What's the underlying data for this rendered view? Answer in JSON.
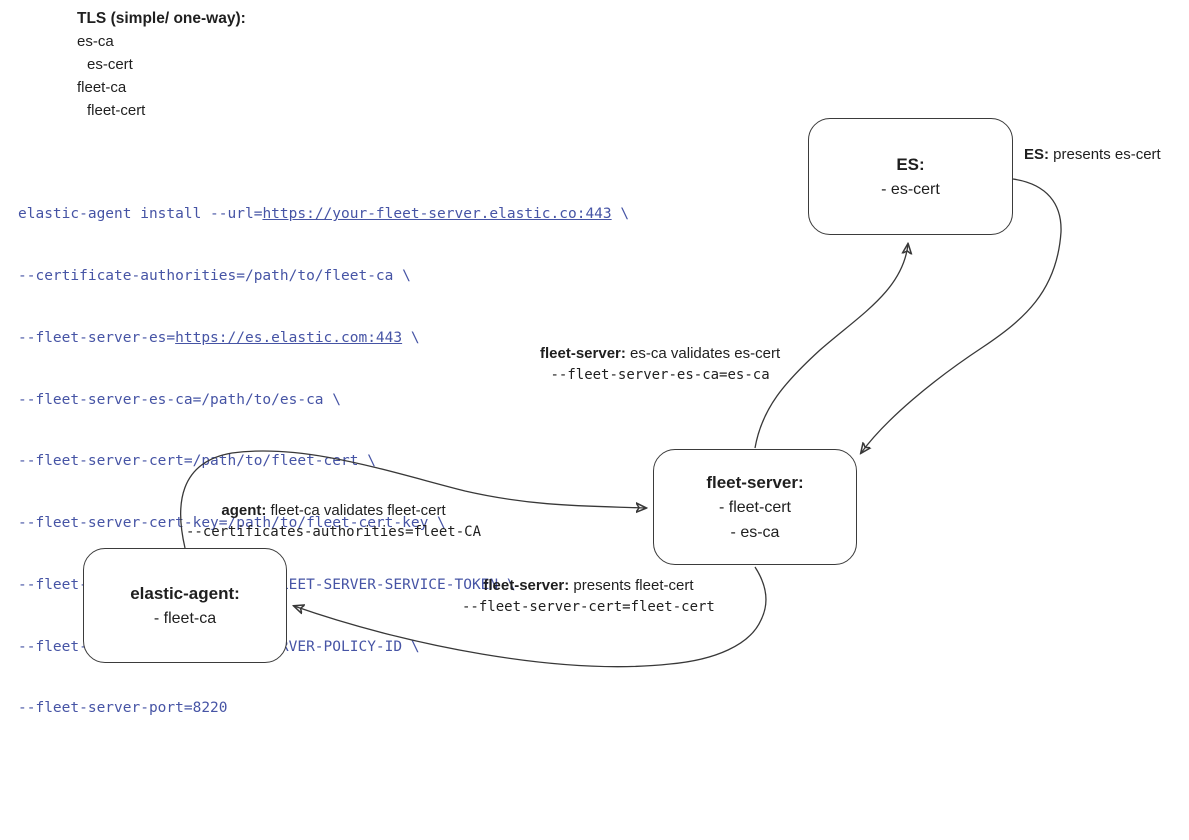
{
  "legend": {
    "title": "TLS (simple/ one-way):",
    "items": [
      "es-ca",
      "es-cert",
      "fleet-ca",
      "fleet-cert"
    ]
  },
  "command": {
    "code_color": "#4654a5",
    "line1": {
      "prefix": "elastic-agent install --url=",
      "link": "https://your-fleet-server.elastic.co:443",
      "suffix": " \\"
    },
    "line2": "--certificate-authorities=/path/to/fleet-ca \\",
    "line3": {
      "prefix": "--fleet-server-es=",
      "link": "https://es.elastic.com:443",
      "suffix": " \\"
    },
    "line4": "--fleet-server-es-ca=/path/to/es-ca \\",
    "line5": "--fleet-server-cert=/path/to/fleet-cert \\",
    "line6": "--fleet-server-cert-key=/path/to/fleet-cert-key \\",
    "line7": "--fleet-server-service-token=FLEET-SERVER-SERVICE-TOKEN \\",
    "line8": "--fleet-server-policy=FLEET-SERVER-POLICY-ID \\",
    "line9": "--fleet-server-port=8220"
  },
  "nodes": {
    "es": {
      "title": "ES:",
      "line1": "- es-cert"
    },
    "fleet_server": {
      "title": "fleet-server:",
      "line1": "- fleet-cert",
      "line2": "- es-ca"
    },
    "elastic_agent": {
      "title": "elastic-agent:",
      "line1": "- fleet-ca"
    }
  },
  "edge_labels": {
    "es_presents": {
      "bold": "ES:",
      "text": " presents es-cert"
    },
    "fleet_validates": {
      "bold": "fleet-server:",
      "text": " es-ca validates es-cert",
      "code": "--fleet-server-es-ca=es-ca"
    },
    "agent_validates": {
      "bold": "agent:",
      "text": " fleet-ca validates fleet-cert",
      "code": "--certificates-authorities=fleet-CA"
    },
    "fleet_presents": {
      "bold": "fleet-server:",
      "text": " presents fleet-cert",
      "code": "--fleet-server-cert=fleet-cert"
    }
  },
  "colors": {
    "stroke": "#383838",
    "text": "#1f1f1f",
    "background": "#ffffff"
  }
}
